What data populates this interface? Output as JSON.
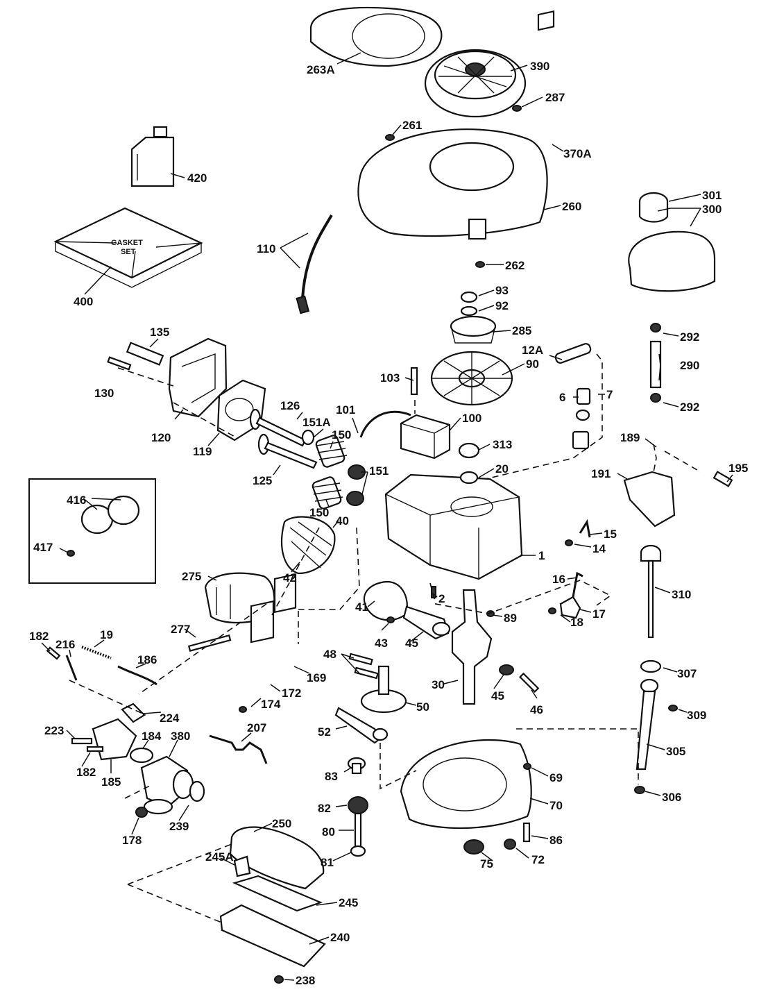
{
  "gasket_label_line1": "GASKET",
  "gasket_label_line2": "SET",
  "callouts": [
    {
      "id": "263A",
      "text": "263A"
    },
    {
      "id": "390",
      "text": "390"
    },
    {
      "id": "287",
      "text": "287"
    },
    {
      "id": "261",
      "text": "261"
    },
    {
      "id": "370A",
      "text": "370A"
    },
    {
      "id": "420",
      "text": "420"
    },
    {
      "id": "260",
      "text": "260"
    },
    {
      "id": "301",
      "text": "301"
    },
    {
      "id": "300",
      "text": "300"
    },
    {
      "id": "110",
      "text": "110"
    },
    {
      "id": "262",
      "text": "262"
    },
    {
      "id": "400",
      "text": "400"
    },
    {
      "id": "93",
      "text": "93"
    },
    {
      "id": "92",
      "text": "92"
    },
    {
      "id": "285",
      "text": "285"
    },
    {
      "id": "292a",
      "text": "292"
    },
    {
      "id": "135",
      "text": "135"
    },
    {
      "id": "12A",
      "text": "12A"
    },
    {
      "id": "290",
      "text": "290"
    },
    {
      "id": "90",
      "text": "90"
    },
    {
      "id": "103",
      "text": "103"
    },
    {
      "id": "130",
      "text": "130"
    },
    {
      "id": "7",
      "text": "7"
    },
    {
      "id": "6",
      "text": "6"
    },
    {
      "id": "292b",
      "text": "292"
    },
    {
      "id": "126",
      "text": "126"
    },
    {
      "id": "101",
      "text": "101"
    },
    {
      "id": "100",
      "text": "100"
    },
    {
      "id": "120",
      "text": "120"
    },
    {
      "id": "151A",
      "text": "151A"
    },
    {
      "id": "150a",
      "text": "150"
    },
    {
      "id": "313",
      "text": "313"
    },
    {
      "id": "189",
      "text": "189"
    },
    {
      "id": "119",
      "text": "119"
    },
    {
      "id": "20",
      "text": "20"
    },
    {
      "id": "195",
      "text": "195"
    },
    {
      "id": "191",
      "text": "191"
    },
    {
      "id": "151",
      "text": "151"
    },
    {
      "id": "125",
      "text": "125"
    },
    {
      "id": "416",
      "text": "416"
    },
    {
      "id": "150b",
      "text": "150"
    },
    {
      "id": "40",
      "text": "40"
    },
    {
      "id": "1",
      "text": "1"
    },
    {
      "id": "417",
      "text": "417"
    },
    {
      "id": "15",
      "text": "15"
    },
    {
      "id": "14",
      "text": "14"
    },
    {
      "id": "42",
      "text": "42"
    },
    {
      "id": "275",
      "text": "275"
    },
    {
      "id": "16",
      "text": "16"
    },
    {
      "id": "310",
      "text": "310"
    },
    {
      "id": "2",
      "text": "2"
    },
    {
      "id": "17",
      "text": "17"
    },
    {
      "id": "89",
      "text": "89"
    },
    {
      "id": "41",
      "text": "41"
    },
    {
      "id": "18",
      "text": "18"
    },
    {
      "id": "277",
      "text": "277"
    },
    {
      "id": "43",
      "text": "43"
    },
    {
      "id": "45a",
      "text": "45"
    },
    {
      "id": "182a",
      "text": "182"
    },
    {
      "id": "216",
      "text": "216"
    },
    {
      "id": "19",
      "text": "19"
    },
    {
      "id": "186",
      "text": "186"
    },
    {
      "id": "169",
      "text": "169"
    },
    {
      "id": "48",
      "text": "48"
    },
    {
      "id": "30",
      "text": "30"
    },
    {
      "id": "307",
      "text": "307"
    },
    {
      "id": "172",
      "text": "172"
    },
    {
      "id": "45b",
      "text": "45"
    },
    {
      "id": "46",
      "text": "46"
    },
    {
      "id": "174",
      "text": "174"
    },
    {
      "id": "224",
      "text": "224"
    },
    {
      "id": "50",
      "text": "50"
    },
    {
      "id": "309",
      "text": "309"
    },
    {
      "id": "207",
      "text": "207"
    },
    {
      "id": "223",
      "text": "223"
    },
    {
      "id": "184",
      "text": "184"
    },
    {
      "id": "380",
      "text": "380"
    },
    {
      "id": "52",
      "text": "52"
    },
    {
      "id": "305",
      "text": "305"
    },
    {
      "id": "182b",
      "text": "182"
    },
    {
      "id": "185",
      "text": "185"
    },
    {
      "id": "83",
      "text": "83"
    },
    {
      "id": "69",
      "text": "69"
    },
    {
      "id": "306",
      "text": "306"
    },
    {
      "id": "82",
      "text": "82"
    },
    {
      "id": "70",
      "text": "70"
    },
    {
      "id": "239",
      "text": "239"
    },
    {
      "id": "178",
      "text": "178"
    },
    {
      "id": "250",
      "text": "250"
    },
    {
      "id": "80",
      "text": "80"
    },
    {
      "id": "86",
      "text": "86"
    },
    {
      "id": "245A",
      "text": "245A"
    },
    {
      "id": "81",
      "text": "81"
    },
    {
      "id": "75",
      "text": "75"
    },
    {
      "id": "72",
      "text": "72"
    },
    {
      "id": "245",
      "text": "245"
    },
    {
      "id": "240",
      "text": "240"
    },
    {
      "id": "238",
      "text": "238"
    }
  ]
}
